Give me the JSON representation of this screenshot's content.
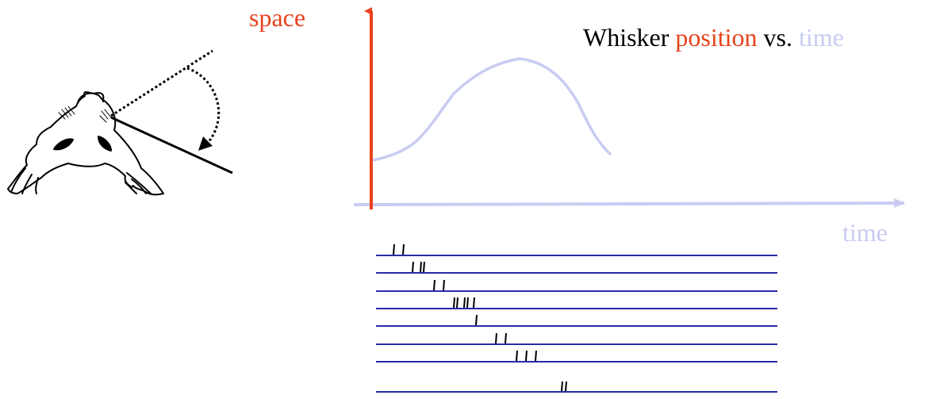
{
  "axis_labels": {
    "y": "space",
    "x": "time"
  },
  "title": {
    "part1": "Whisker ",
    "part2": "position",
    "part3": " vs. ",
    "part4": "time"
  },
  "colors": {
    "space_axis": "#e8421c",
    "time_axis": "#c8ccf2",
    "position_word": "#e8421c",
    "time_word": "#c8ccf2",
    "curve": "#c8ccf2",
    "raster_line": "#2a2aa8",
    "spike": "#000000",
    "text": "#000000"
  },
  "icons": {
    "rat": "rat-head-top-view-icon",
    "rotation_arrow": "curved-dotted-arrow-icon"
  },
  "raster": {
    "trials": [
      {
        "spike_count": 2
      },
      {
        "spike_count": 3
      },
      {
        "spike_count": 2
      },
      {
        "spike_count": 5
      },
      {
        "spike_count": 1
      },
      {
        "spike_count": 2
      },
      {
        "spike_count": 3
      },
      {
        "spike_count": 0
      },
      {
        "spike_count": 2
      }
    ]
  }
}
